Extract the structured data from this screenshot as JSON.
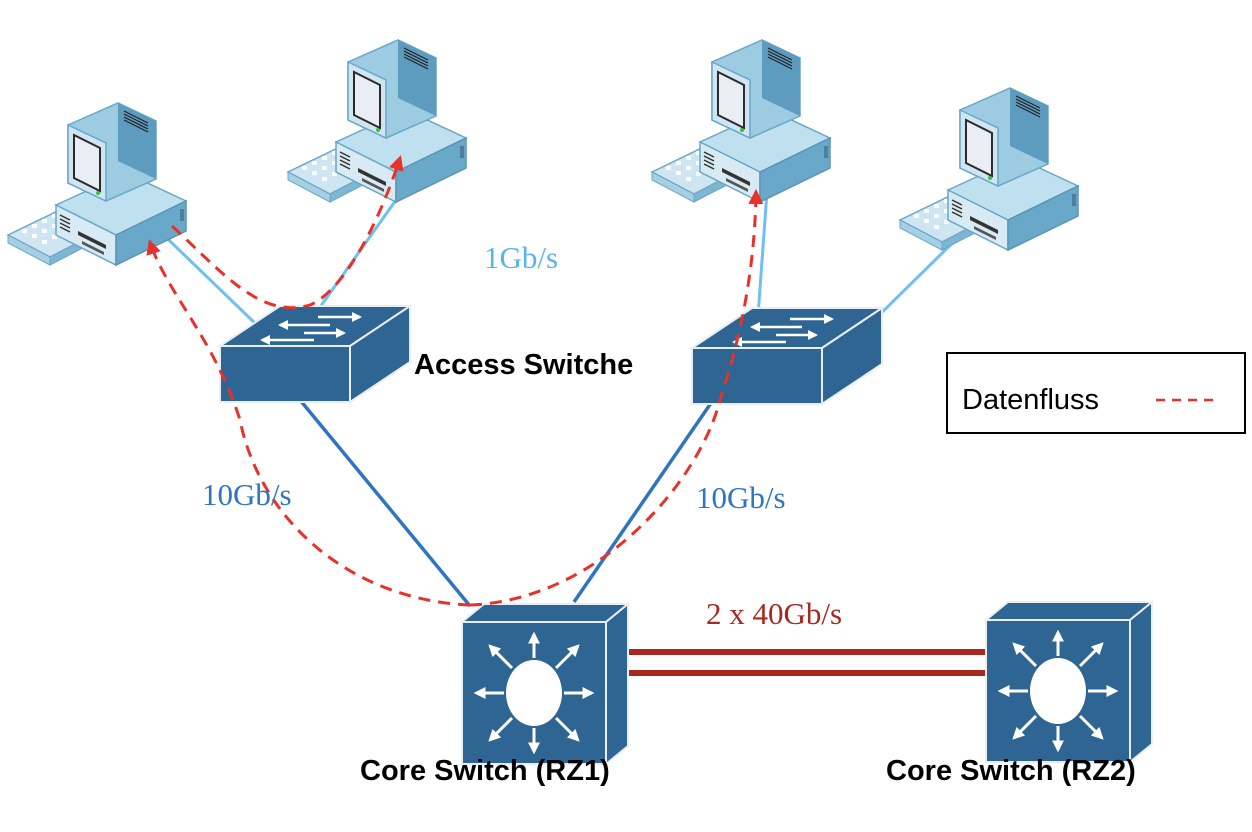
{
  "diagram": {
    "labels": {
      "access_switches": "Access Switche",
      "core_switch_1": "Core Switch (RZ1)",
      "core_switch_2": "Core Switch (RZ2)"
    },
    "link_speeds": {
      "access_to_pc": "1Gb/s",
      "core_to_access_left": "10Gb/s",
      "core_to_access_right": "10Gb/s",
      "core_to_core": "2 x 40Gb/s"
    },
    "legend": {
      "label": "Datenfluss",
      "line_style": "dashed"
    },
    "colors": {
      "switch_fill": "#2e6592",
      "pc_link": "#6ec0f0",
      "access_link": "#2f74c0",
      "core_link": "#a8281f",
      "dataflow": "#e8312a",
      "speed_1g_text": "#5ab4ec",
      "speed_10g_text": "#2f74c0",
      "speed_40g_text": "#a8281f"
    },
    "nodes": [
      {
        "id": "pc-1",
        "type": "computer"
      },
      {
        "id": "pc-2",
        "type": "computer"
      },
      {
        "id": "pc-3",
        "type": "computer"
      },
      {
        "id": "pc-4",
        "type": "computer"
      },
      {
        "id": "access-switch-left",
        "type": "access-switch"
      },
      {
        "id": "access-switch-right",
        "type": "access-switch"
      },
      {
        "id": "core-switch-rz1",
        "type": "core-switch"
      },
      {
        "id": "core-switch-rz2",
        "type": "core-switch"
      }
    ]
  }
}
